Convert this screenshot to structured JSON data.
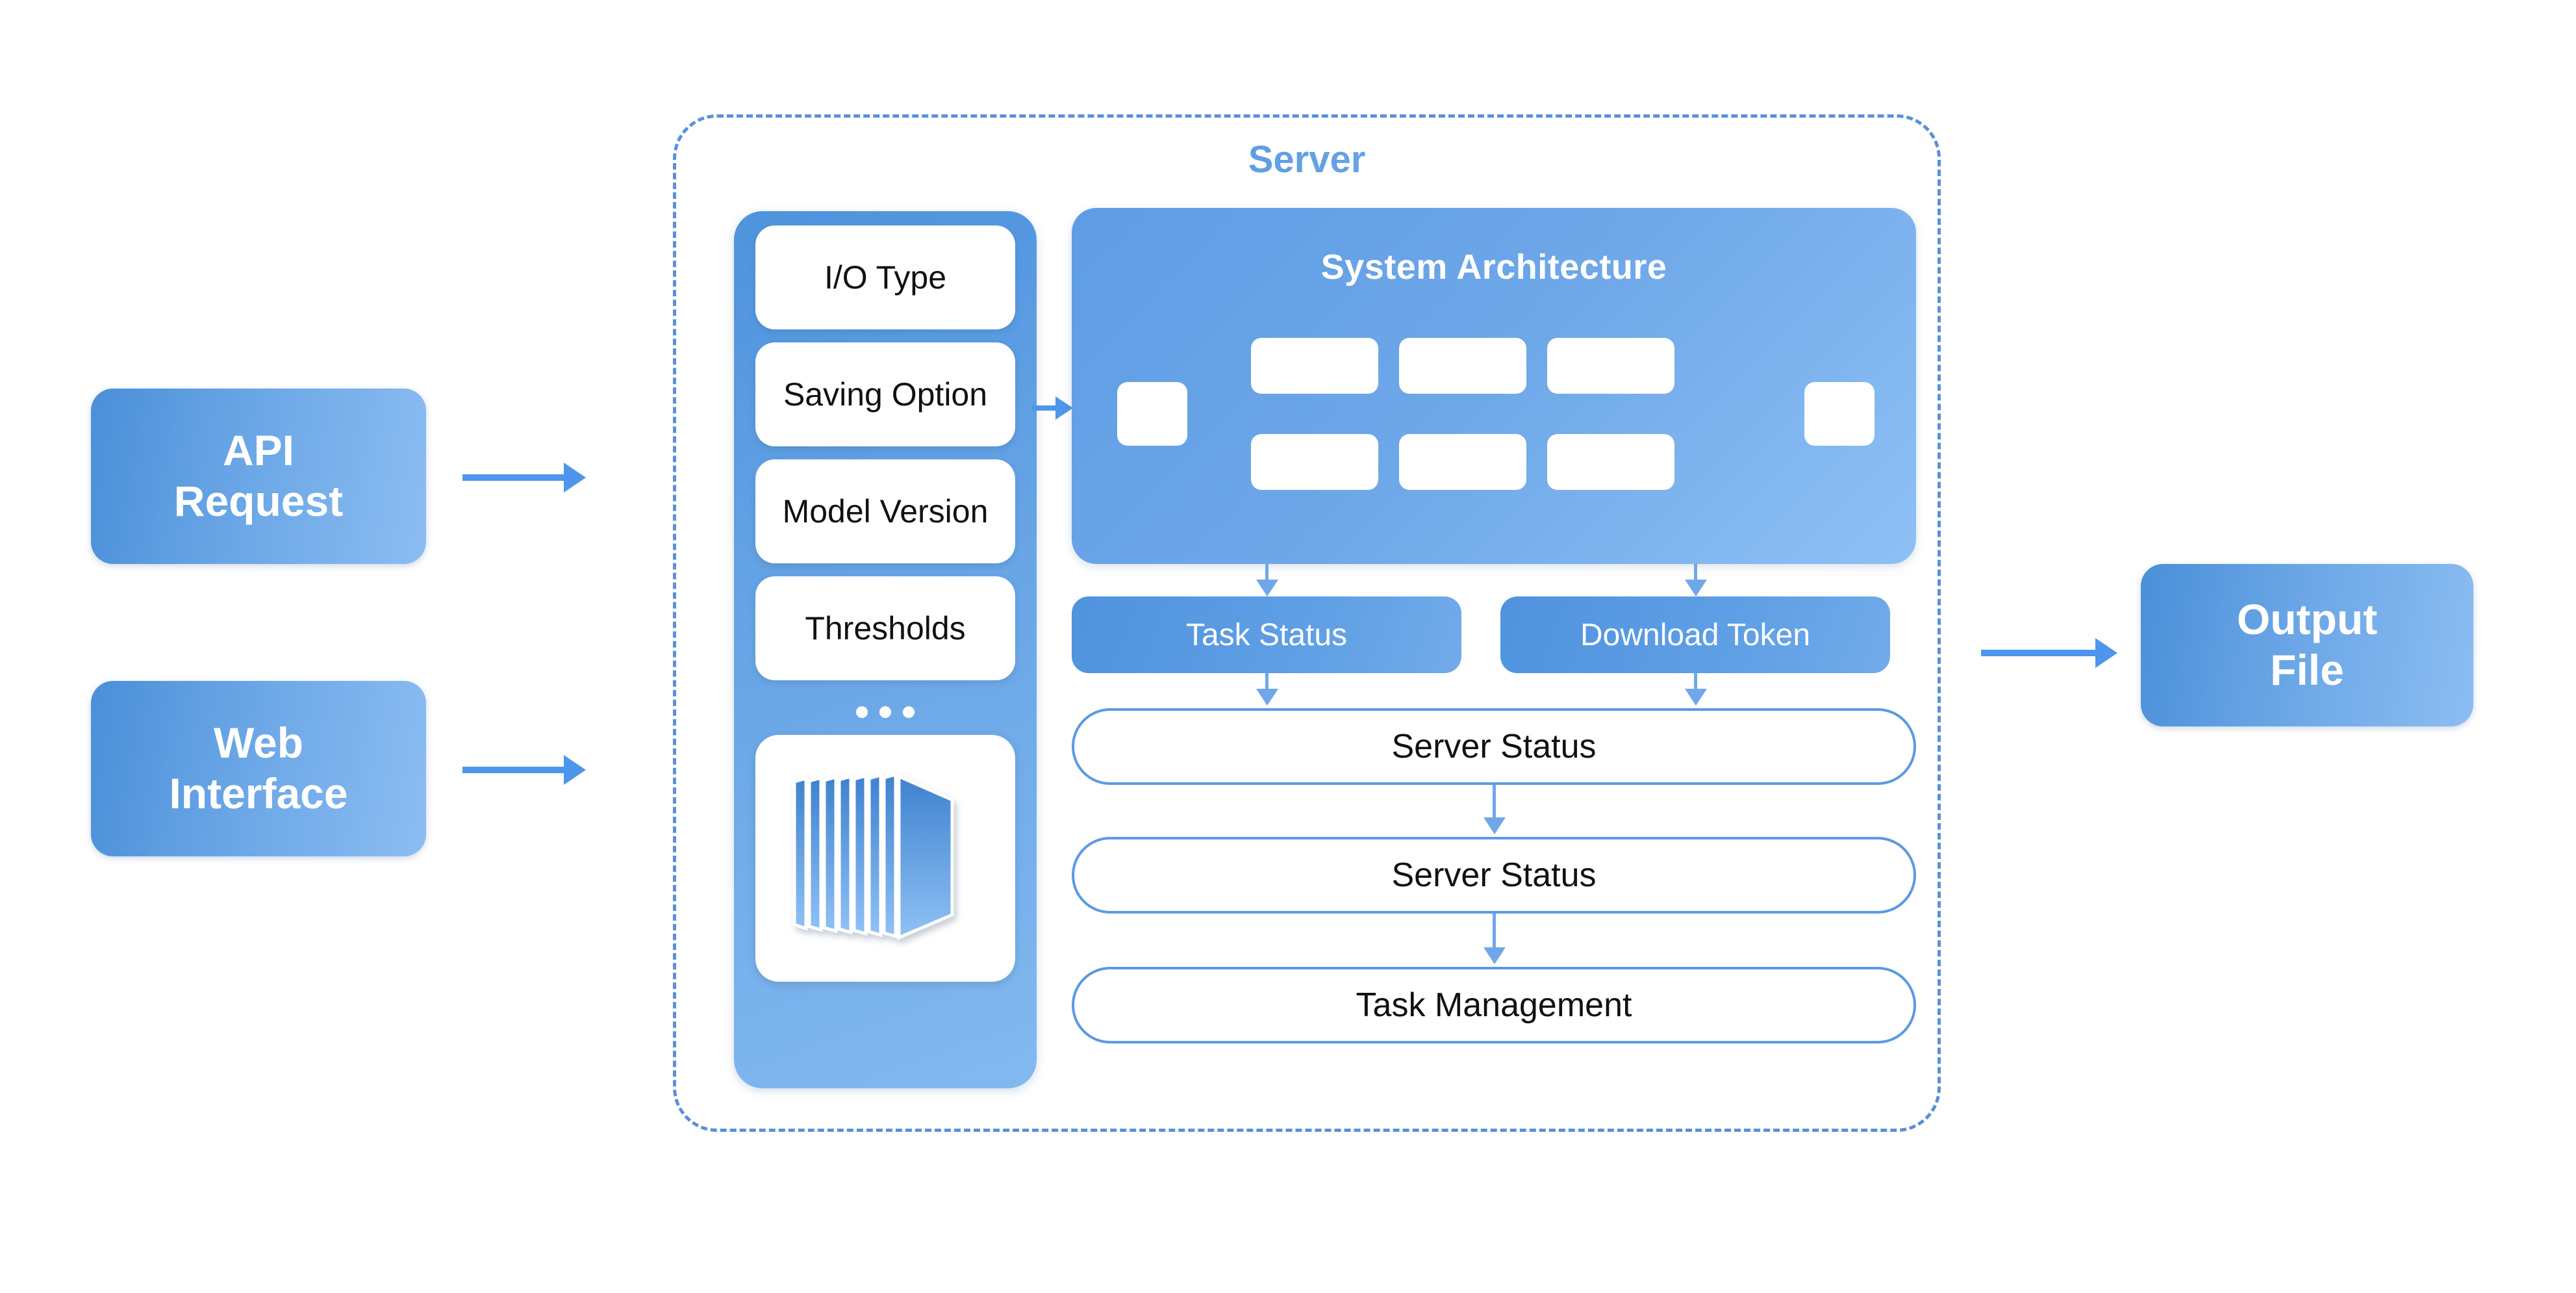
{
  "sources": {
    "api_request": "API\nRequest",
    "api_request_line1": "API",
    "api_request_line2": "Request",
    "web_interface_line1": "Web",
    "web_interface_line2": "Interface"
  },
  "output": {
    "line1": "Output",
    "line2": "File"
  },
  "server": {
    "title": "Server",
    "parameters": [
      {
        "label": "I/O Type"
      },
      {
        "label": "Saving Option"
      },
      {
        "label": "Model Version"
      },
      {
        "label": "Thresholds"
      }
    ],
    "ellipsis": "...",
    "model_icon": "layered-network-icon",
    "architecture": {
      "title": "System Architecture",
      "blocks": [
        {
          "name": "input-block"
        },
        {
          "name": "top-block-1"
        },
        {
          "name": "top-block-2"
        },
        {
          "name": "top-block-3"
        },
        {
          "name": "bottom-block-1"
        },
        {
          "name": "bottom-block-2"
        },
        {
          "name": "bottom-block-3"
        },
        {
          "name": "output-block"
        }
      ]
    },
    "status_row": [
      {
        "label": "Task Status"
      },
      {
        "label": "Download Token"
      }
    ],
    "pipeline": [
      {
        "label": "Server Status"
      },
      {
        "label": "Server Status"
      },
      {
        "label": "Task Management"
      }
    ]
  },
  "colors": {
    "accent_blue": "#4d96eb",
    "panel_blue": "#6aa6e6",
    "light_blue": "#8ec0f4",
    "dashed_border": "#5a90d8",
    "pill_border": "#5b9ae2",
    "text_dark": "#111111",
    "text_light": "#ffffff"
  }
}
